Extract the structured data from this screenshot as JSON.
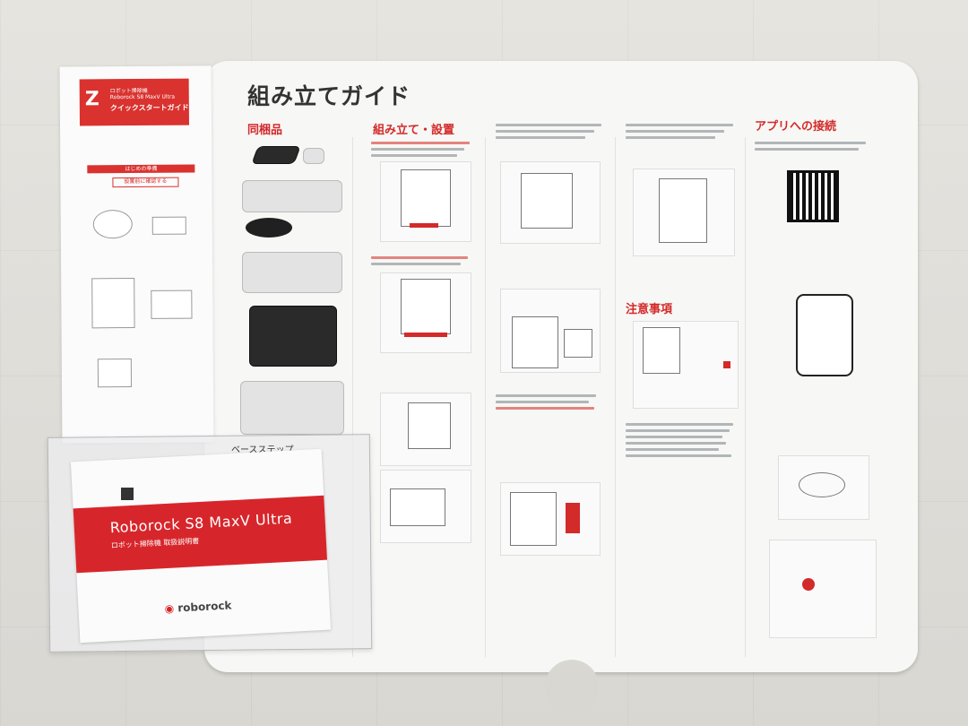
{
  "sheet": {
    "title": "組み立てガイド",
    "sections": {
      "contents": "同梱品",
      "assembly": "組み立て・設置",
      "cautions": "注意事項",
      "app": "アプリへの接続"
    }
  },
  "booklet": {
    "logo": "Z",
    "brand_line": "ロボット掃除機",
    "model_line": "Roborock S8 MaxV Ultra",
    "title": "クイックスタートガイド",
    "bar_label": "はじめの準備",
    "sub_label": "設置前に確認する"
  },
  "manual": {
    "title": "Roborock S8 MaxV Ultra",
    "subtitle": "ロボット掃除機 取扱説明書",
    "logo_mark": "◉",
    "logo_text": "roborock"
  },
  "base_step": "ベースステップ"
}
